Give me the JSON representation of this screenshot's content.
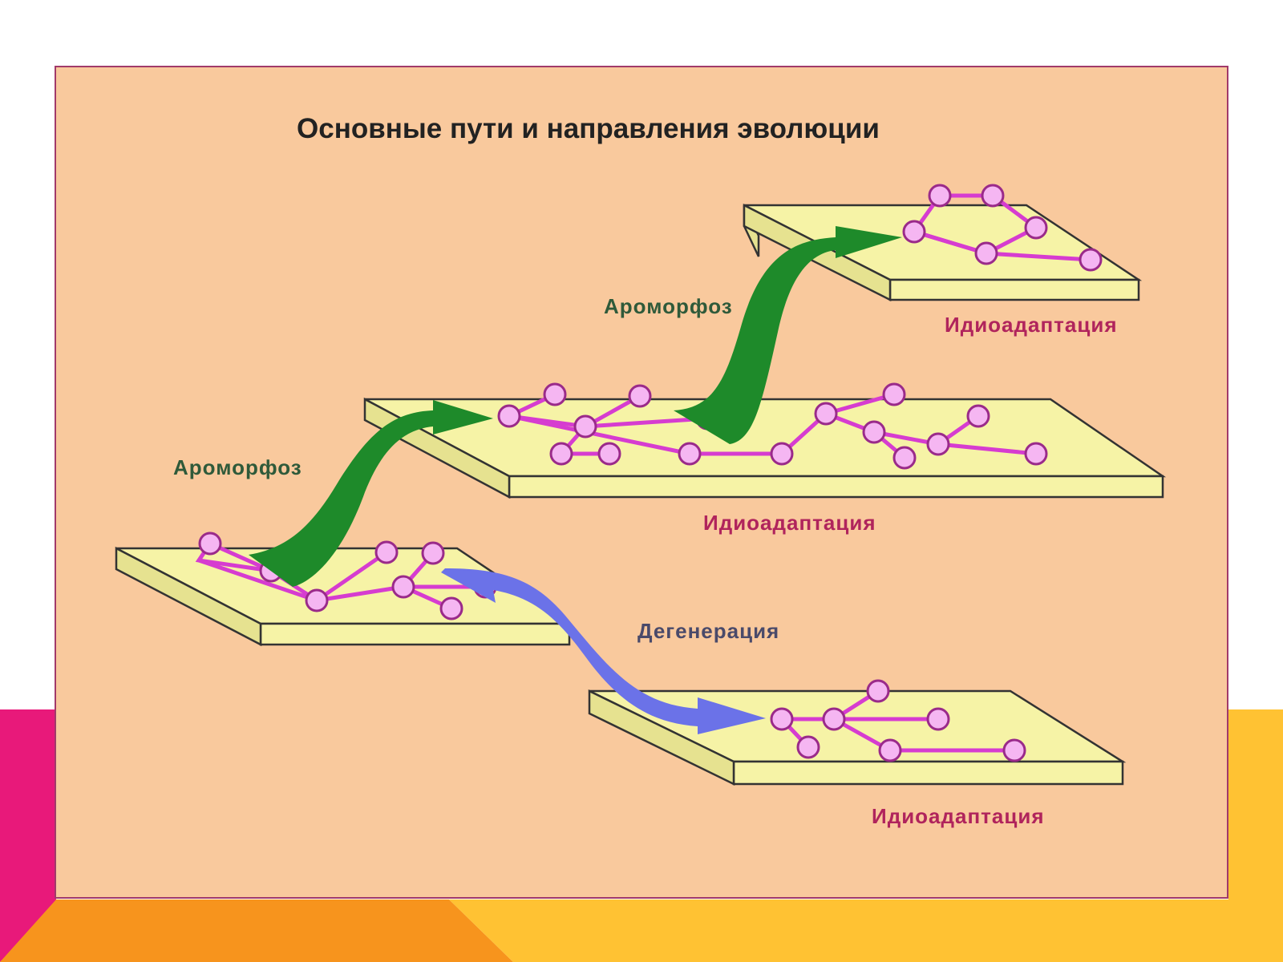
{
  "diagram": {
    "title": "Основные пути и направления эволюции",
    "labels": {
      "aromorphosis_upper": "Ароморфоз",
      "aromorphosis_lower": "Ароморфоз",
      "degeneration": "Дегенерация",
      "idioadaptation_top": "Идиоадаптация",
      "idioadaptation_middle": "Идиоадаптация",
      "idioadaptation_bottom": "Идиоадаптация"
    },
    "colors": {
      "background": "#f9c99d",
      "plate": "#f6f3a6",
      "edge": "#d63cd0",
      "node": "#f5b6f2",
      "aromorphosis_arrow": "#1e8a2a",
      "degeneration_arrow": "#6b72e8",
      "deco_magenta": "#e8197a",
      "deco_orange": "#f7941d",
      "deco_yellow": "#ffc233"
    }
  }
}
